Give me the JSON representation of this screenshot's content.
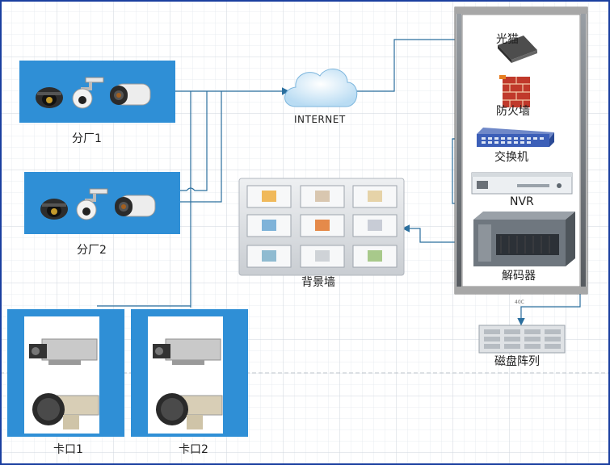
{
  "labels": {
    "branch1": "分厂1",
    "branch2": "分厂2",
    "internet": "INTERNET",
    "modem": "光猫",
    "firewall": "防火墙",
    "switch": "交换机",
    "nvr": "NVR",
    "decoder": "解码器",
    "video_wall": "背景墙",
    "disk_array": "磁盘阵列",
    "checkpoint1": "卡口1",
    "checkpoint2": "卡口2",
    "tiny_tag": "40C"
  },
  "colors": {
    "panel_blue": "#2f8fd6",
    "link_line": "#2b6f9e",
    "rack_gray": "#8e8e8e",
    "grid": "#dde3ea"
  },
  "icons": {
    "camera": "cctv-camera-icon",
    "cloud": "cloud-icon",
    "modem": "modem-icon",
    "firewall": "brick-firewall-icon",
    "switch": "network-switch-icon",
    "nvr": "nvr-recorder-icon",
    "decoder": "decoder-server-icon",
    "disk": "disk-array-icon",
    "screen": "display-screen-icon"
  }
}
